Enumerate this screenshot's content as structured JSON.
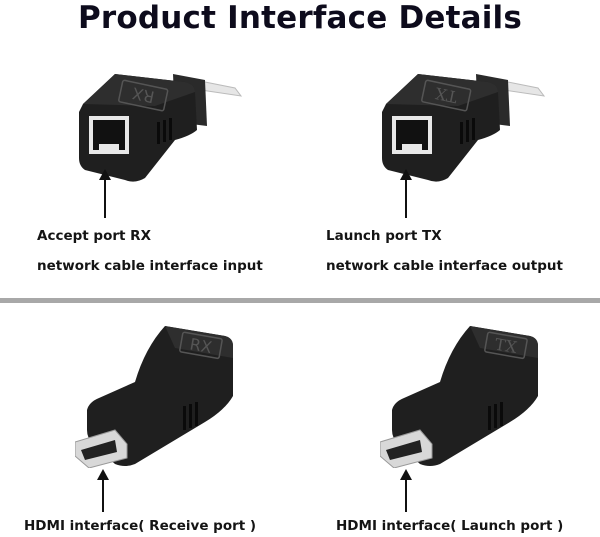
{
  "title": "Product Interface Details",
  "top_row": [
    {
      "device_marking": "RX",
      "label_line1": "Accept port RX",
      "label_line2": "network cable interface input"
    },
    {
      "device_marking": "TX",
      "label_line1": "Launch port TX",
      "label_line2": "network cable interface output"
    }
  ],
  "bottom_row": [
    {
      "device_marking": "RX",
      "label": "HDMI interface( Receive port )"
    },
    {
      "device_marking": "TX",
      "label": "HDMI interface( Launch port )"
    }
  ],
  "colors": {
    "title": "#0d0b1c",
    "divider": "#a8a8a8",
    "device_body": "#1e1e1e",
    "hdmi_metal": "#d8d8d8"
  }
}
